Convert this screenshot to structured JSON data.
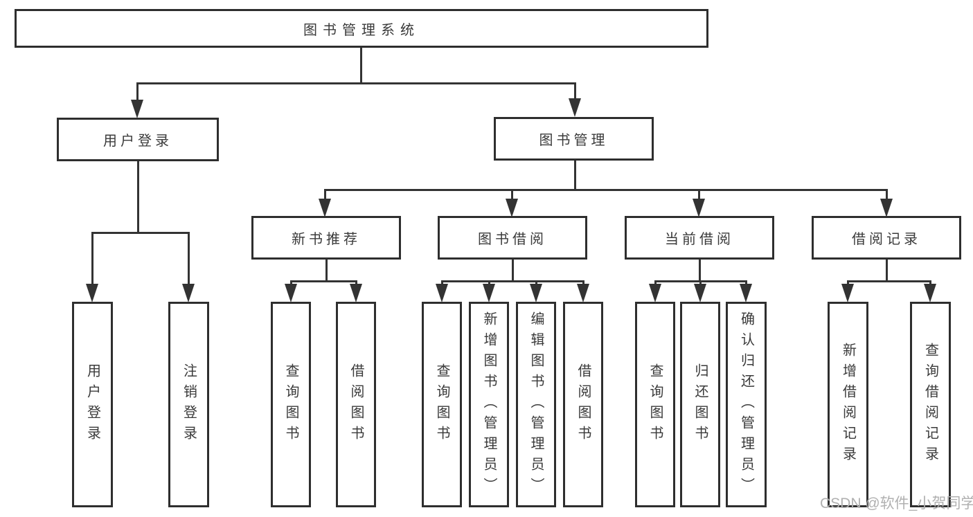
{
  "page": {
    "background": "#ffffff"
  },
  "watermark": {
    "text": "CSDN @软件_小贺同学",
    "color": "#b0b0b0"
  },
  "tree": {
    "colors": {
      "line": "#333333",
      "box_border": "#2e2e2e",
      "text": "#3a3a3a",
      "box_background": "#ffffff"
    },
    "root": {
      "label": "图书管理系统"
    },
    "branches": [
      {
        "label": "用户登录",
        "children": [
          {
            "label": "用户登录"
          },
          {
            "label": "注销登录"
          }
        ]
      },
      {
        "label": "图书管理",
        "children": [
          {
            "label": "新书推荐",
            "children": [
              {
                "label": "查询图书"
              },
              {
                "label": "借阅图书"
              }
            ]
          },
          {
            "label": "图书借阅",
            "children": [
              {
                "label": "查询图书"
              },
              {
                "label": "新增图书（管理员）"
              },
              {
                "label": "编辑图书（管理员）"
              },
              {
                "label": "借阅图书"
              }
            ]
          },
          {
            "label": "当前借阅",
            "children": [
              {
                "label": "查询图书"
              },
              {
                "label": "归还图书"
              },
              {
                "label": "确认归还（管理员）"
              }
            ]
          },
          {
            "label": "借阅记录",
            "children": [
              {
                "label": "新增借阅记录"
              },
              {
                "label": "查询借阅记录"
              }
            ]
          }
        ]
      }
    ]
  }
}
